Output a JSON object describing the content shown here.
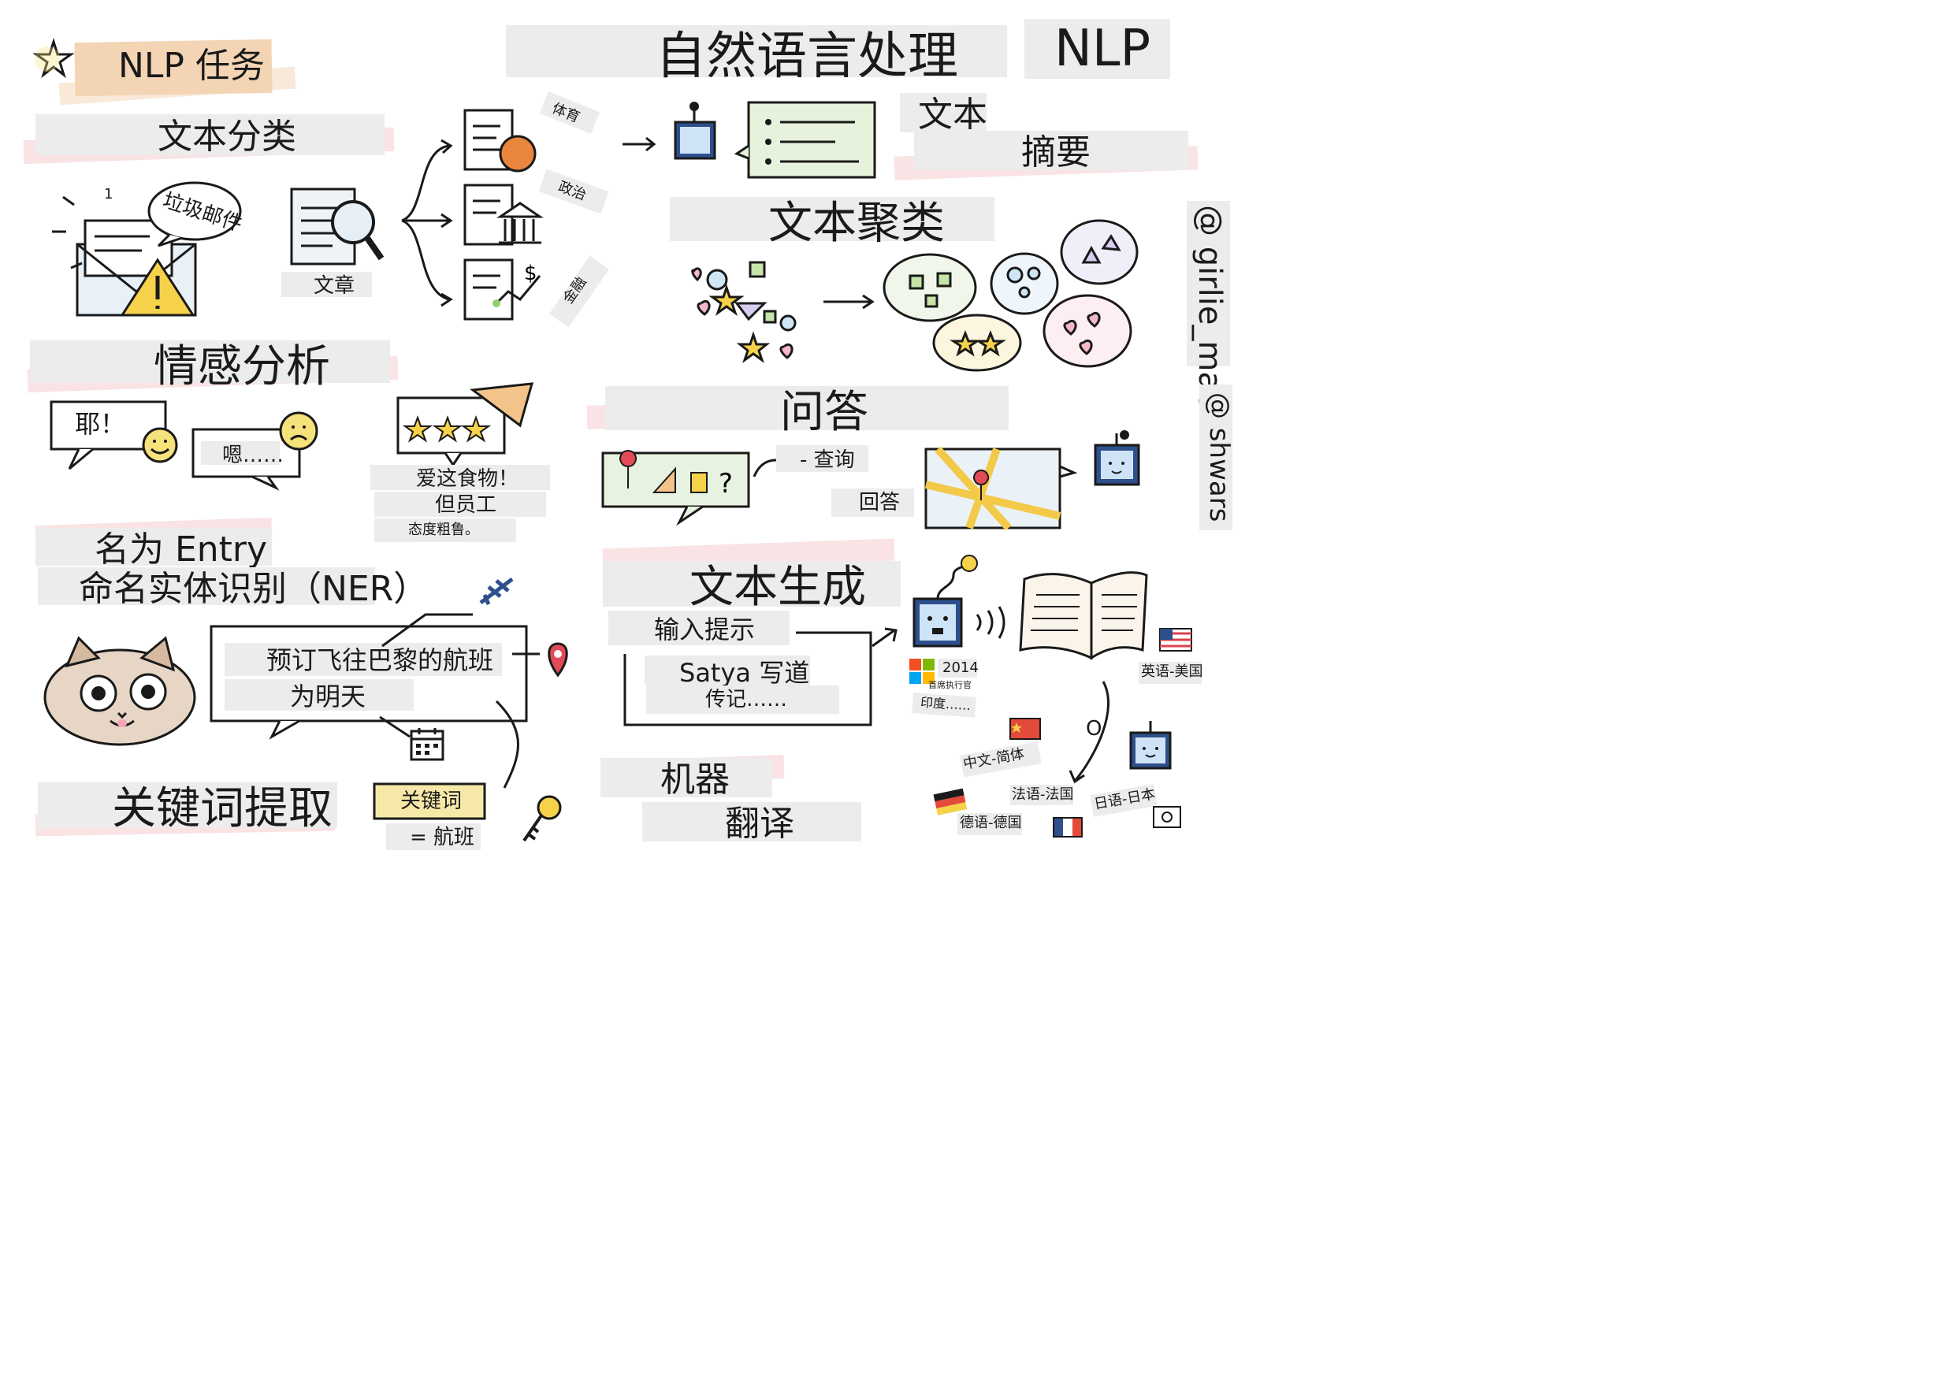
{
  "header": {
    "tag": "NLP 任务",
    "title": "自然语言处理",
    "badge": "NLP"
  },
  "credits": {
    "author1": "@ girlie_mac",
    "author2": "@ shwars"
  },
  "colors": {
    "tape_gray": "#ececec",
    "tape_peach": "#f3d4b4",
    "tape_pink": "#f7d9dc",
    "ink": "#1a1a1a",
    "yellow": "#f6d24a",
    "blue_robot": "#2d4f8c"
  },
  "classification": {
    "title": "文本分类",
    "spam_label": "垃圾邮件",
    "spam_count": "1",
    "article_label": "文章",
    "categories": [
      "体育",
      "政治",
      "金融"
    ]
  },
  "summarization": {
    "title_line1": "文本",
    "title_line2": "摘要"
  },
  "clustering": {
    "title": "文本聚类"
  },
  "sentiment": {
    "title": "情感分析",
    "positive": "耶！",
    "neutral": "嗯……",
    "review_lines": [
      "爱这食物！",
      "但员工",
      "态度粗鲁。"
    ]
  },
  "qa": {
    "title": "问答",
    "query": "- 查询",
    "answer": "回答"
  },
  "ner": {
    "title_line1": "名为 Entry",
    "title_line2": "命名实体识别（NER）",
    "sentence_line1": "预订飞往巴黎的航班",
    "sentence_line2": "为明天"
  },
  "generation": {
    "title": "文本生成",
    "prompt_label": "输入提示",
    "prompt_line1": "Satya 写道",
    "prompt_line2": "传记……",
    "year": "2014",
    "ceo": "首席执行官",
    "india": "印度……"
  },
  "keywords": {
    "title": "关键词提取",
    "keyword": "关键词",
    "result": "= 航班"
  },
  "translation": {
    "title_line1": "机器",
    "title_line2": "翻译",
    "languages": [
      "英语-美国",
      "中文-简体",
      "法语-法国",
      "德语-德国",
      "日语-日本"
    ],
    "o_label": "O"
  }
}
